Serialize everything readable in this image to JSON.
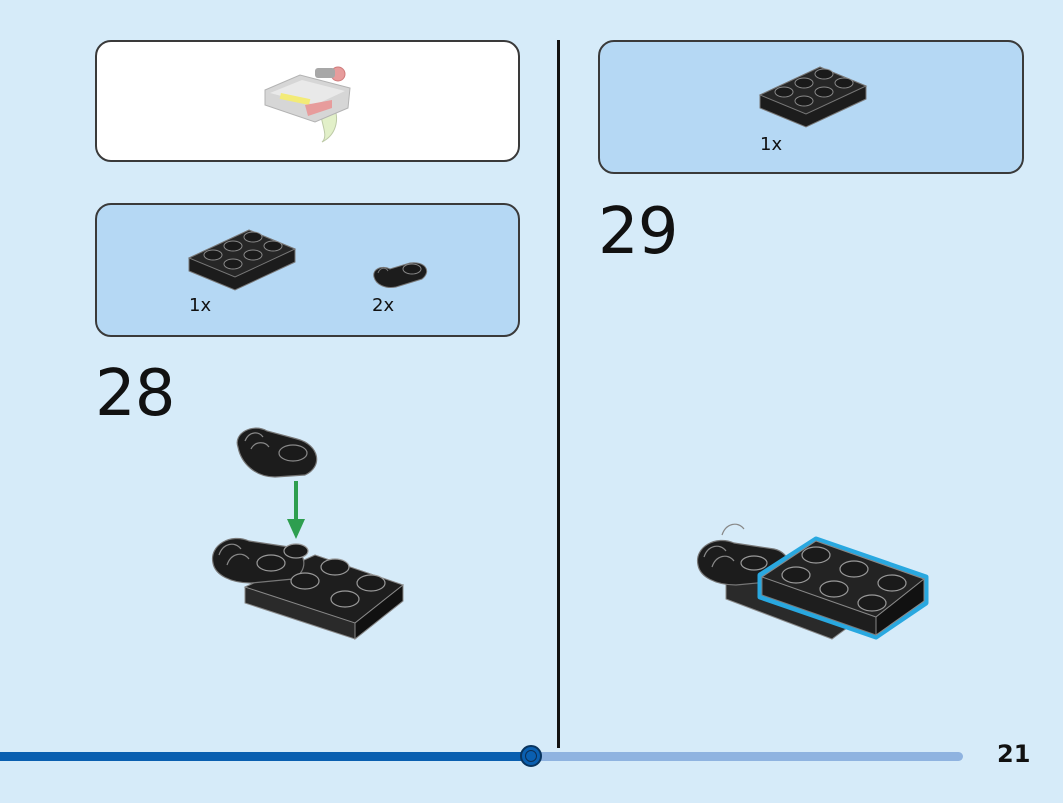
{
  "left_column": {
    "subassembly_callout": {
      "kind": "completed-subassembly-preview"
    },
    "parts_list": {
      "items": [
        {
          "part": "black-plate-2x3-icon",
          "quantity": "1x"
        },
        {
          "part": "black-clip-plate-icon",
          "quantity": "2x"
        }
      ]
    },
    "step": {
      "number": "28"
    }
  },
  "right_column": {
    "parts_list": {
      "items": [
        {
          "part": "black-plate-2x3-icon",
          "quantity": "1x"
        }
      ]
    },
    "step": {
      "number": "29"
    }
  },
  "footer": {
    "page_number": "21",
    "progress": 0.5
  },
  "colors": {
    "background": "#d6ebf9",
    "callout": "#b5d8f4",
    "brick": "#1c1c1c",
    "arrow": "#2e9e4f",
    "highlight": "#29a8e0",
    "progress_done": "#0a5fb0",
    "progress_todo": "#8fb3e0"
  }
}
